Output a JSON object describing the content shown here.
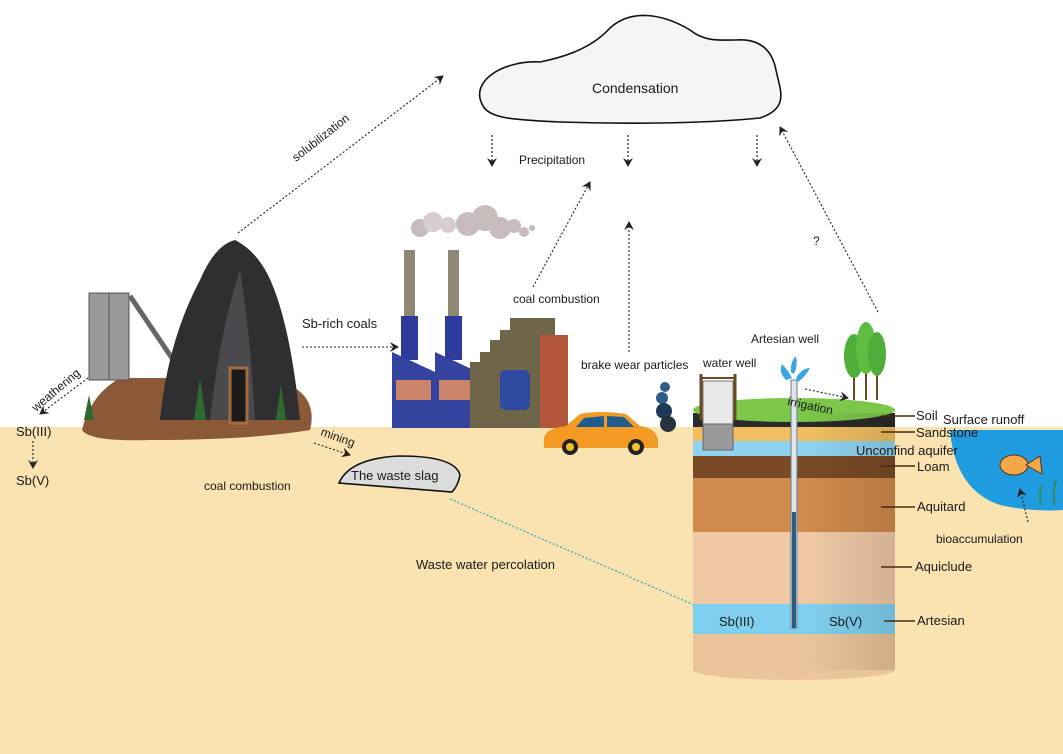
{
  "colors": {
    "sky": "#ffffff",
    "ground": "#fae3b0",
    "cloud_fill": "#f4f6f5",
    "water": "#1f9be0",
    "arrow": "#222222",
    "percolation_arrow": "#2aa7b8"
  },
  "cloud": {
    "label": "Condensation"
  },
  "labels": {
    "precipitation": "Precipitation",
    "solubilization": "solubilization",
    "coal_combustion_air": "coal combustion",
    "coal_combustion_ground": "coal combustion",
    "sb_rich_coals": "Sb-rich coals",
    "brake_wear": "brake wear particles",
    "water_well": "water well",
    "artesian_well": "Artesian well",
    "irrigation": "irrigation",
    "question": "?",
    "weathering": "weathering",
    "sb3_left": "Sb(III)",
    "sb5_left": "Sb(V)",
    "mining": "mining",
    "waste_slag": "The waste slag",
    "percolation": "Waste water percolation",
    "surface_runoff": "Surface runoff",
    "bioaccumulation": "bioaccumulation",
    "sb3_aquifer": "Sb(III)",
    "sb5_aquifer": "Sb(V)"
  },
  "layers": [
    {
      "name": "Soil",
      "color": "#2a2a2a"
    },
    {
      "name": "Sandstone",
      "color": "#f1bf62"
    },
    {
      "name": "Unconfind aquifer",
      "color": "#8fd3ef"
    },
    {
      "name": "Loam",
      "color": "#7a4a26"
    },
    {
      "name": "Aquitard",
      "color": "#d08a4c"
    },
    {
      "name": "Aquiclude",
      "color": "#f0c9a6"
    },
    {
      "name": "Artesian",
      "color": "#7fd0ef"
    }
  ]
}
